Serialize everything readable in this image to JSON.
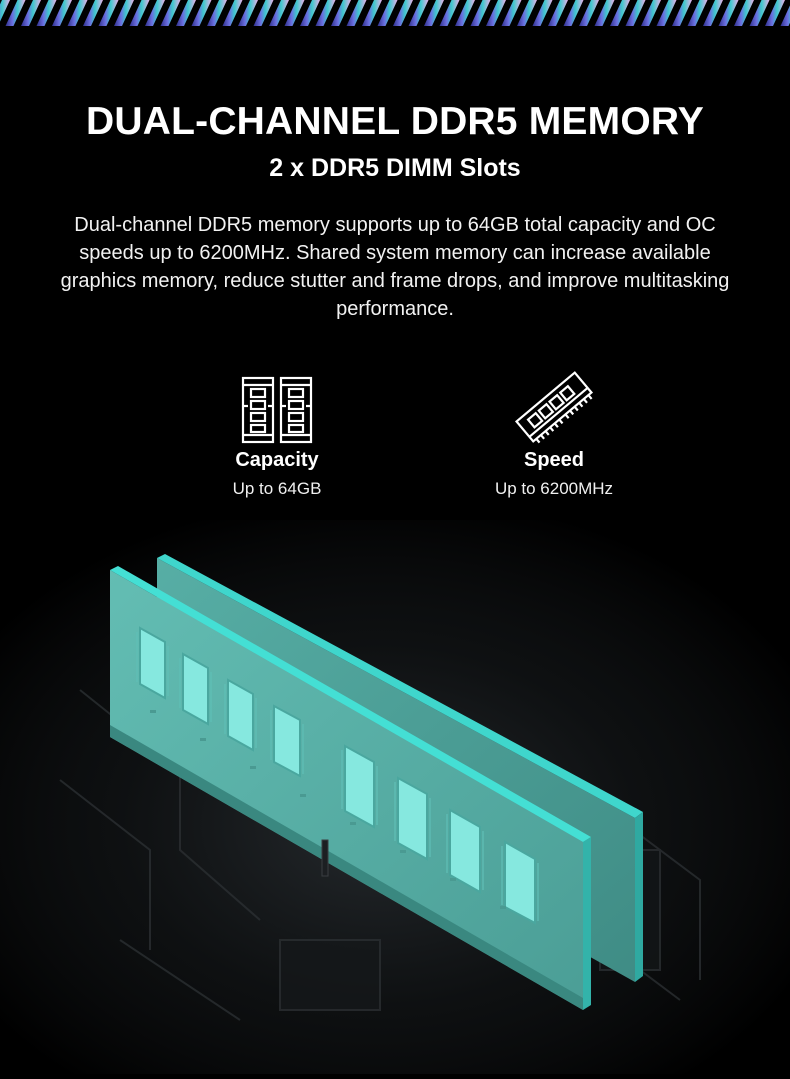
{
  "headline": "DUAL-CHANNEL DDR5 MEMORY",
  "subheadline": "2 x DDR5 DIMM Slots",
  "description": "Dual-channel DDR5 memory supports up to 64GB total capacity and OC speeds up to 6200MHz. Shared system memory can increase available graphics memory, reduce stutter and frame drops, and improve multitasking performance.",
  "features": [
    {
      "icon": "dual-memory-module-icon",
      "title": "Capacity",
      "value": "Up to 64GB"
    },
    {
      "icon": "memory-stick-icon",
      "title": "Speed",
      "value": "Up to 6200MHz"
    }
  ],
  "colors": {
    "background": "#000000",
    "text": "#ffffff",
    "ram_pcb": "#5fb7ae",
    "ram_edge": "#3fd6cc",
    "ram_chip": "#7fe3da",
    "stripe_start": "#3a3fae",
    "stripe_mid": "#35c4c8",
    "stripe_end": "#e8a6e6"
  }
}
